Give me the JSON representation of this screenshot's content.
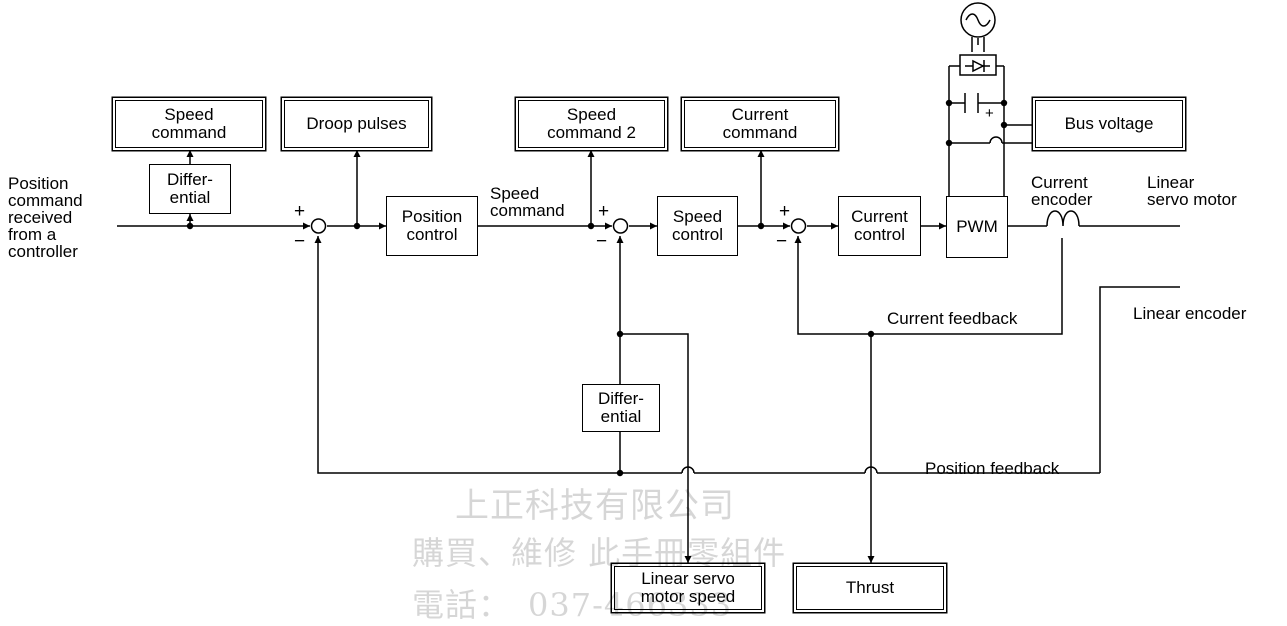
{
  "blocks": {
    "speed_command_mon": "Speed\ncommand",
    "droop_pulses": "Droop pulses",
    "speed_command_2": "Speed\ncommand 2",
    "current_command": "Current\ncommand",
    "bus_voltage": "Bus voltage",
    "differential_1": "Differ-\nential",
    "position_control": "Position\ncontrol",
    "speed_control": "Speed\ncontrol",
    "current_control": "Current\ncontrol",
    "pwm": "PWM",
    "differential_2": "Differ-\nential",
    "linear_servo_motor_speed": "Linear servo\nmotor speed",
    "thrust": "Thrust"
  },
  "labels": {
    "position_command_input": "Position\ncommand\nreceived\nfrom a\ncontroller",
    "speed_command": "Speed\ncommand",
    "current_encoder": "Current\nencoder",
    "linear_servo_motor": "Linear\nservo motor",
    "current_feedback": "Current feedback",
    "linear_encoder": "Linear encoder",
    "position_feedback": "Position feedback"
  },
  "signs": {
    "plus": "+",
    "minus": "−"
  },
  "watermark": {
    "line1": "上正科技有限公司",
    "line2": "購買、維修 此手冊零組件",
    "line3": "電話：　037-466333"
  }
}
